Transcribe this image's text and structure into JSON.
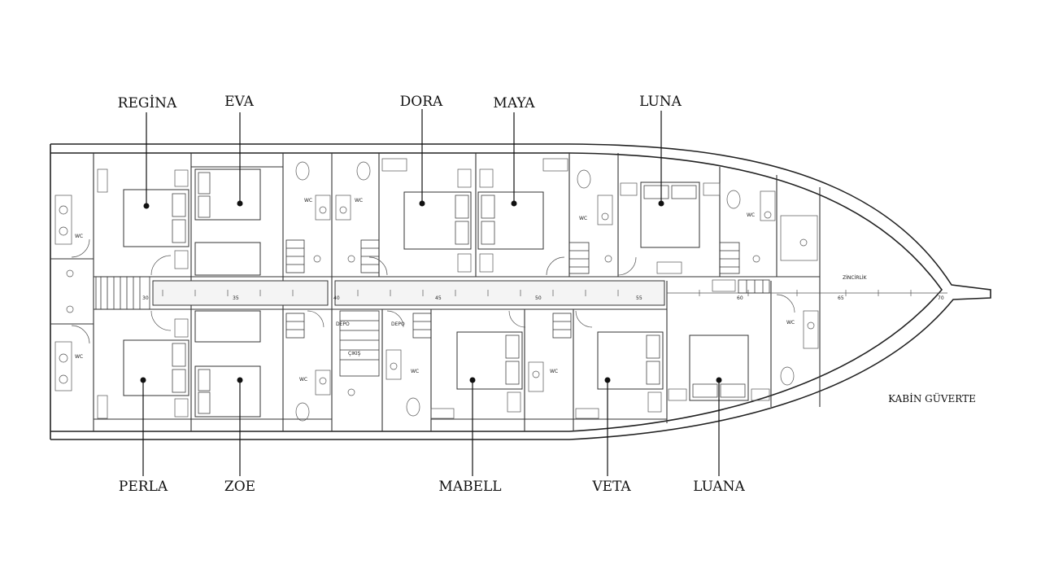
{
  "deck_label": "KABİN GÜVERTE",
  "cabins_top": [
    {
      "name": "REGİNA"
    },
    {
      "name": "EVA"
    },
    {
      "name": "DORA"
    },
    {
      "name": "MAYA"
    },
    {
      "name": "LUNA"
    }
  ],
  "cabins_bottom": [
    {
      "name": "PERLA"
    },
    {
      "name": "ZOE"
    },
    {
      "name": "MABELL"
    },
    {
      "name": "VETA"
    },
    {
      "name": "LUANA"
    }
  ],
  "frame_numbers": [
    "30",
    "35",
    "40",
    "45",
    "50",
    "55",
    "60",
    "65",
    "70"
  ],
  "small_labels": {
    "wc": "WC",
    "depo": "DEPO",
    "cikis": "ÇIKIŞ",
    "zincirlik": "ZİNCİRLİK"
  }
}
